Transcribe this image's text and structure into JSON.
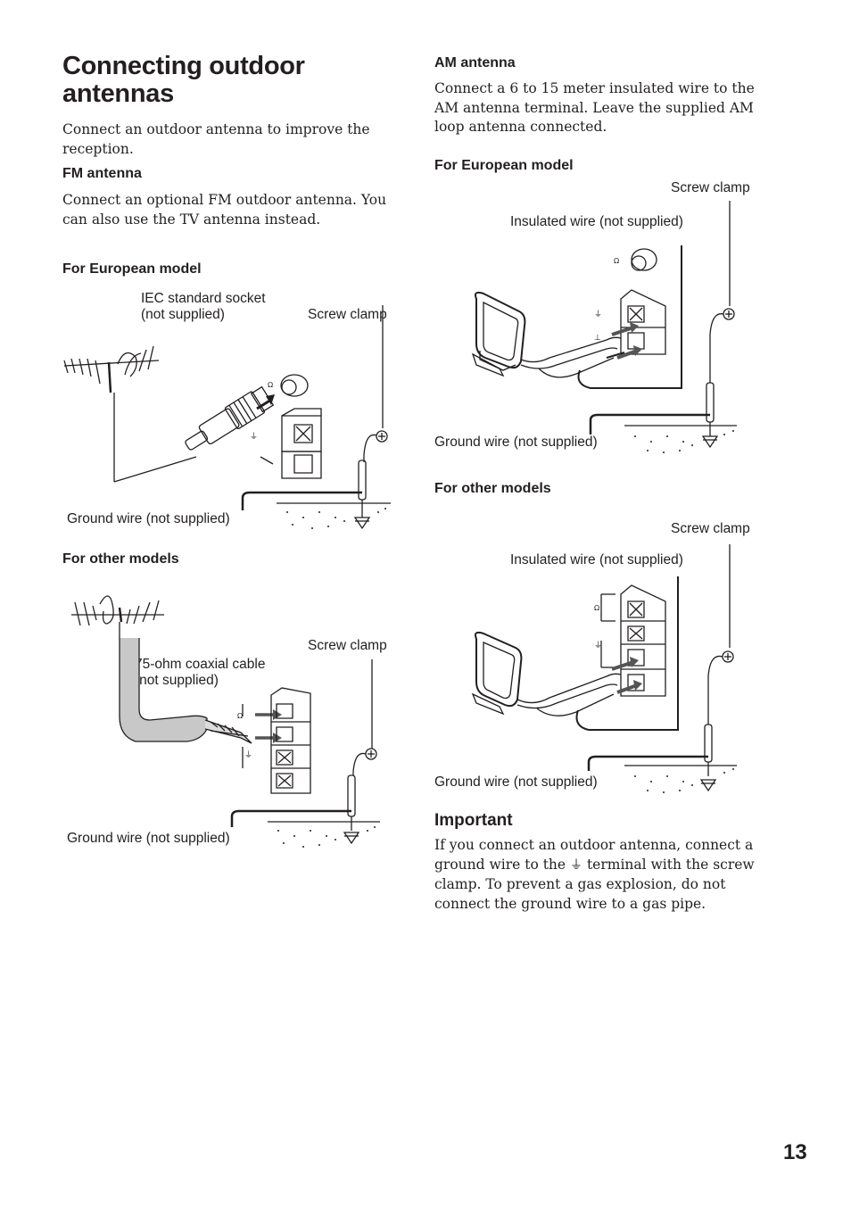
{
  "title": "Connecting outdoor antennas",
  "intro": "Connect an outdoor antenna to improve the reception.",
  "fm": {
    "heading": "FM antenna",
    "text": "Connect an optional FM outdoor antenna. You can also use the TV antenna instead.",
    "european": {
      "heading": "For European model",
      "iec_label": "IEC standard socket\n(not supplied)",
      "screw_label": "Screw clamp",
      "ground_label": "Ground wire (not supplied)"
    },
    "other": {
      "heading": "For other models",
      "coax_label": "75-ohm coaxial cable\n(not supplied)",
      "screw_label": "Screw clamp",
      "ground_label": "Ground wire (not supplied)"
    }
  },
  "am": {
    "heading": "AM antenna",
    "text": "Connect a 6 to 15 meter insulated wire to the AM antenna terminal. Leave the supplied AM loop antenna connected.",
    "european": {
      "heading": "For European model",
      "screw_label": "Screw clamp",
      "insulated_label": "Insulated wire (not supplied)",
      "ground_label": "Ground wire (not supplied)"
    },
    "other": {
      "heading": "For other models",
      "screw_label": "Screw clamp",
      "insulated_label": "Insulated wire (not supplied)",
      "ground_label": "Ground wire (not supplied)"
    }
  },
  "important": {
    "heading": "Important",
    "text_before": "If you connect an outdoor antenna, connect a ground wire to the ",
    "text_after": " terminal with the screw clamp. To prevent a gas explosion, do not connect the ground wire to a gas pipe."
  },
  "page_number": "13"
}
